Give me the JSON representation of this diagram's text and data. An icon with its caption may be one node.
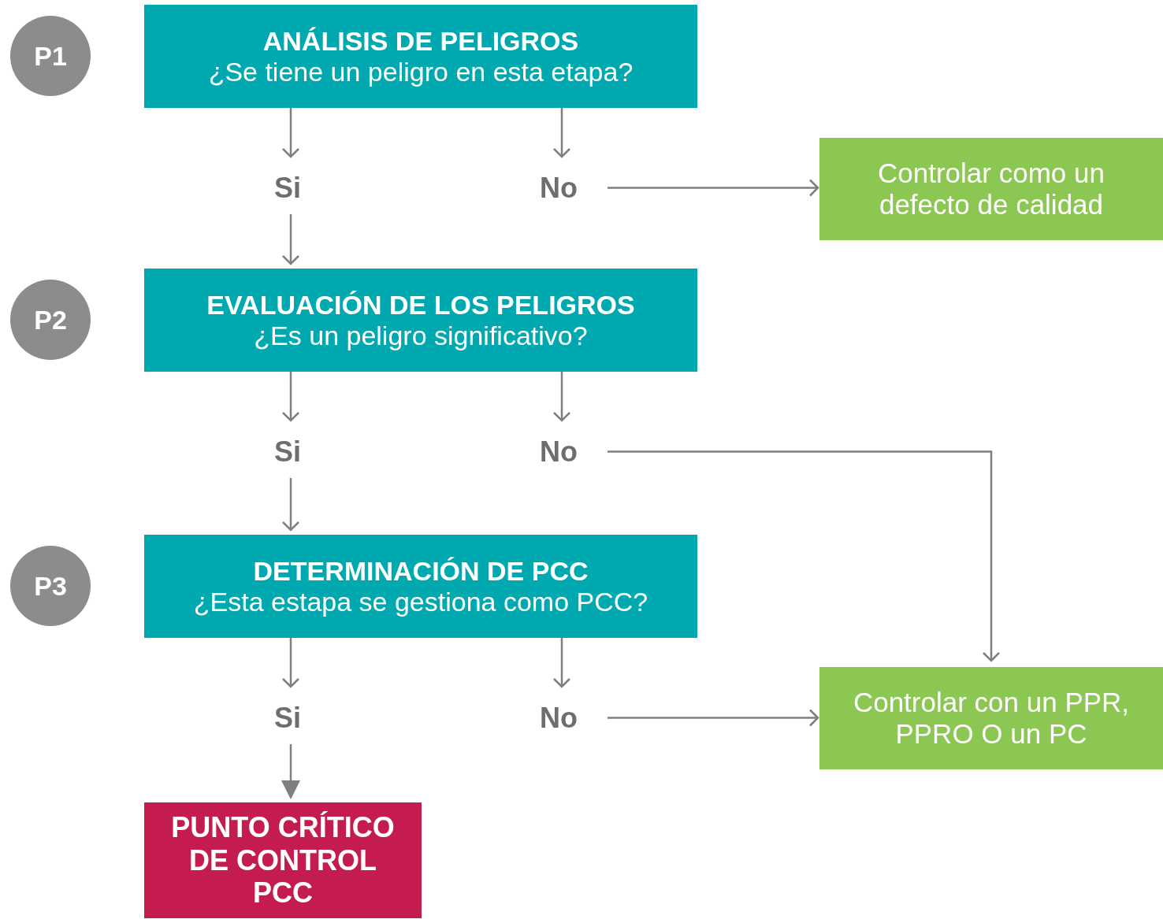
{
  "diagram": {
    "nodes": [
      {
        "text": [
          "P1"
        ]
      },
      {
        "text": [
          "ANÁLISIS DE PELIGROS",
          "¿Se tiene un peligro en esta etapa?"
        ]
      },
      {
        "text": [
          "Si"
        ]
      },
      {
        "text": [
          "No"
        ]
      },
      {
        "text": [
          "Controlar como un defecto de calidad"
        ]
      },
      {
        "text": [
          "P2"
        ]
      },
      {
        "text": [
          "EVALUACIÓN DE LOS PELIGROS",
          "¿Es un peligro significativo?"
        ]
      },
      {
        "text": [
          "Si"
        ]
      },
      {
        "text": [
          "No"
        ]
      },
      {
        "text": [
          "P3"
        ]
      },
      {
        "text": [
          "DETERMINACIÓN DE PCC",
          "¿Esta estapa se gestiona como PCC?"
        ]
      },
      {
        "text": [
          "Si"
        ]
      },
      {
        "text": [
          "No"
        ]
      },
      {
        "text": [
          "Controlar con un PPR, PPRO O un PC"
        ]
      },
      {
        "text": [
          "PUNTO CRÍTICO DE CONTROL PCC"
        ]
      }
    ],
    "edges": [
      {
        "from": 1,
        "to": 2,
        "arrow": "to"
      },
      {
        "from": 1,
        "to": 3,
        "arrow": "to"
      },
      {
        "from": 3,
        "to": 4,
        "arrow": "to"
      },
      {
        "from": 2,
        "to": 6,
        "arrow": "to"
      },
      {
        "from": 6,
        "to": 7,
        "arrow": "to"
      },
      {
        "from": 6,
        "to": 8,
        "arrow": "to"
      },
      {
        "from": 8,
        "to": 13,
        "arrow": "to"
      },
      {
        "from": 7,
        "to": 10,
        "arrow": "to"
      },
      {
        "from": 10,
        "to": 11,
        "arrow": "to"
      },
      {
        "from": 10,
        "to": 12,
        "arrow": "to"
      },
      {
        "from": 12,
        "to": 13,
        "arrow": "to"
      },
      {
        "from": 11,
        "to": 14,
        "arrow": "to"
      }
    ]
  }
}
